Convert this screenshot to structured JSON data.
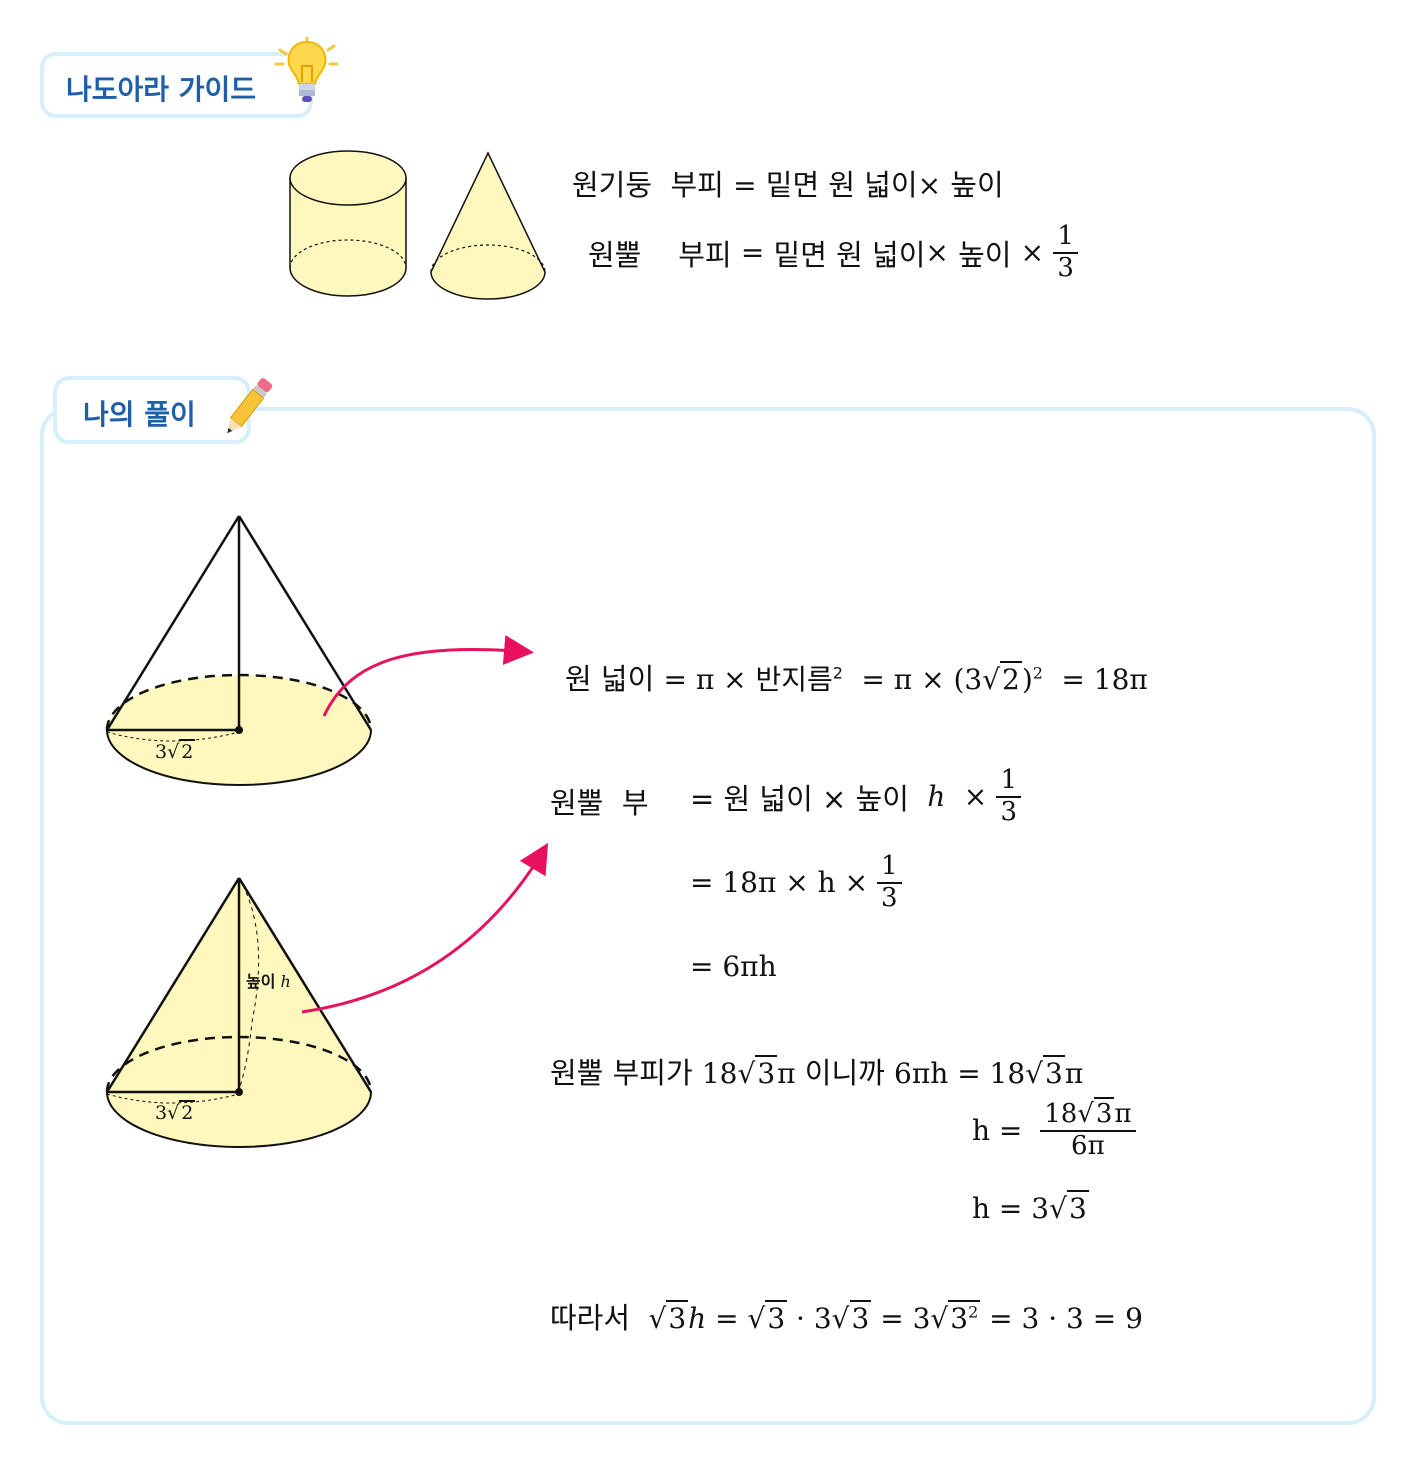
{
  "guide": {
    "title": "나도아라 가이드",
    "cyl_label": "원기둥",
    "cone_label": "원뿔",
    "volume_word": "부피",
    "base_area_text": "밑면  원  넓이",
    "height_word": "높이",
    "frac_num": "1",
    "frac_den": "3"
  },
  "solution": {
    "title": "나의 풀이",
    "base_radius_label": "3√2",
    "height_label": "높이",
    "height_var": "h",
    "line1_label": "원  넓이",
    "line1_expr_a": "= π × 반지름",
    "line1_expr_b": "= π × (3",
    "line1_expr_c": "= 18π",
    "vol_label_a": "원뿔",
    "vol_label_b": "부",
    "vol_rhs1": "= 원  넓이 × 높이",
    "vol_rhs2": "= 18π × h ×",
    "vol_rhs3": "= 6πh",
    "given_label": "원뿔  부피가",
    "given_after": "이니까",
    "eq1_lhs": "6πh = 18",
    "eq2_lhs": "h =",
    "eq2_num_pre": "18",
    "eq2_den": "6π",
    "eq3": "h = 3",
    "final_label": "따라서",
    "final_tail": "= 3 · 3 = 9",
    "n2": "2",
    "n3": "3",
    "pi": "π",
    "h": "h"
  }
}
